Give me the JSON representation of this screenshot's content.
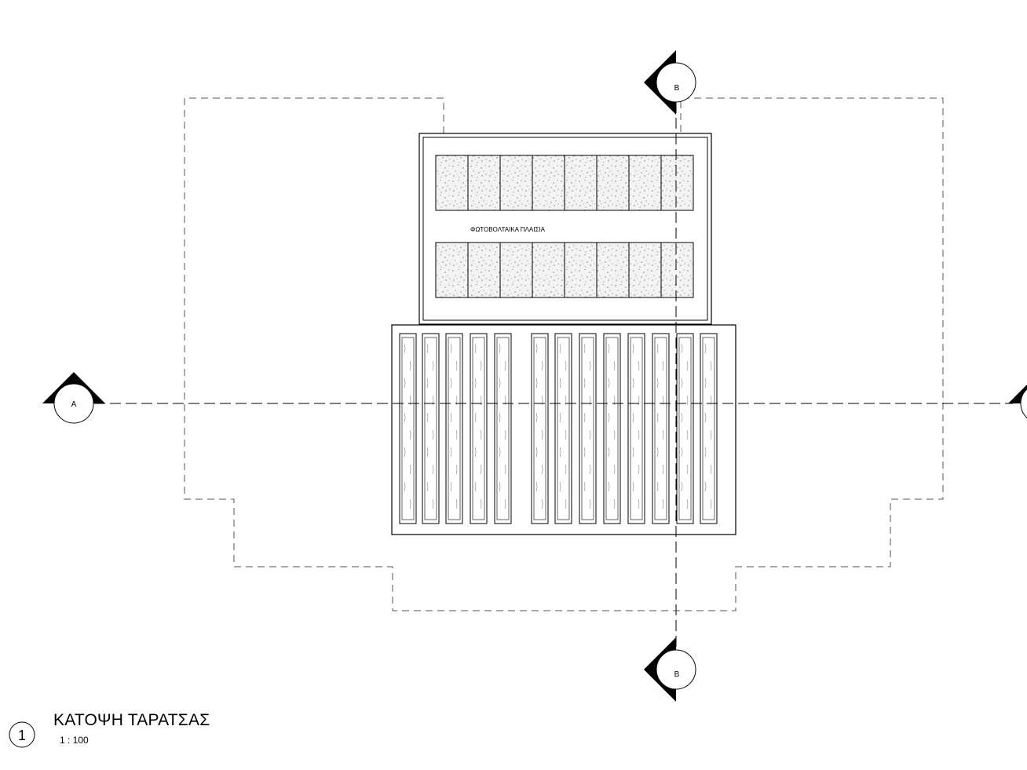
{
  "drawing": {
    "title": "ΚΑΤΟΨΗ ΤΑΡΑΤΣΑΣ",
    "scale": "1 : 100",
    "view_number": "1",
    "panel_note": "ΦΩΤΟΒΟΛΤΑΙΚΑ ΠΛΑΙΣΙΑ",
    "section_markers": {
      "a_left": "A",
      "b_top": "B",
      "b_bottom": "B"
    }
  }
}
